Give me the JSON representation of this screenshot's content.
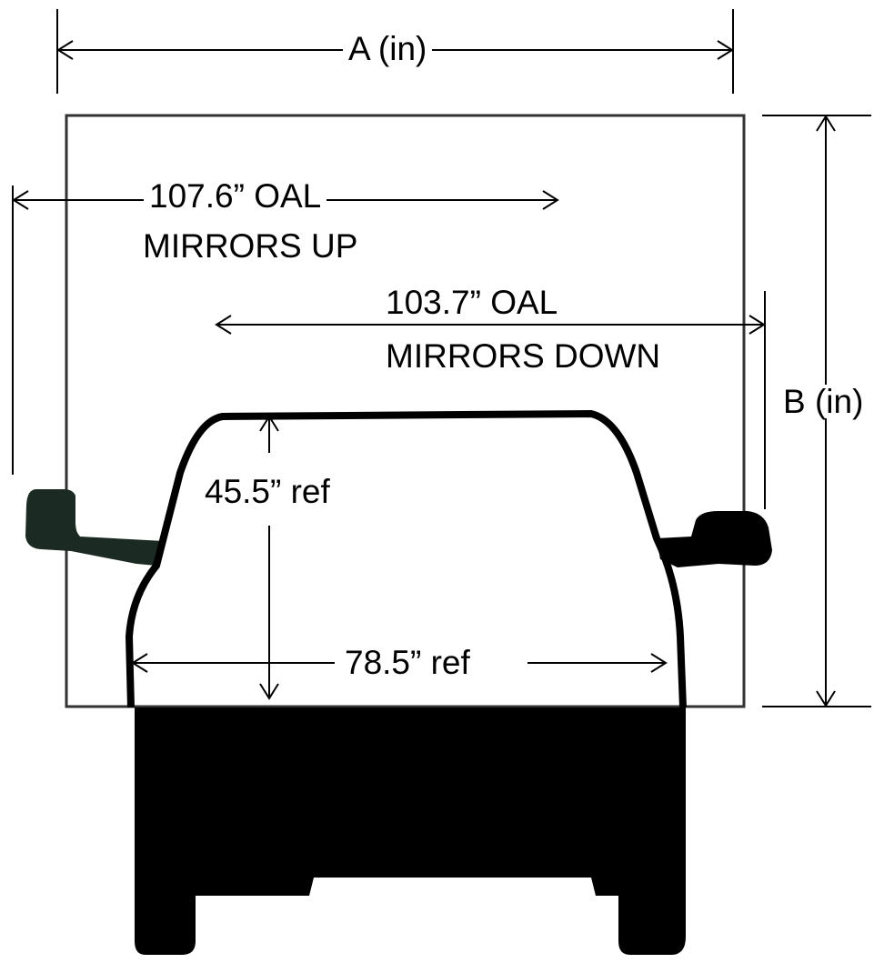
{
  "diagram": {
    "width_label": "A (in)",
    "height_label": "B (in)",
    "mirrors_up": {
      "value": "107.6” OAL",
      "note": "MIRRORS UP"
    },
    "mirrors_down": {
      "value": "103.7” OAL",
      "note": "MIRRORS DOWN"
    },
    "cab_height": "45.5” ref",
    "body_width": "78.5” ref"
  },
  "colors": {
    "line": "#000000",
    "frame": "#333333",
    "vehicle": "#000000",
    "mirror_left": "#1b2a22"
  }
}
